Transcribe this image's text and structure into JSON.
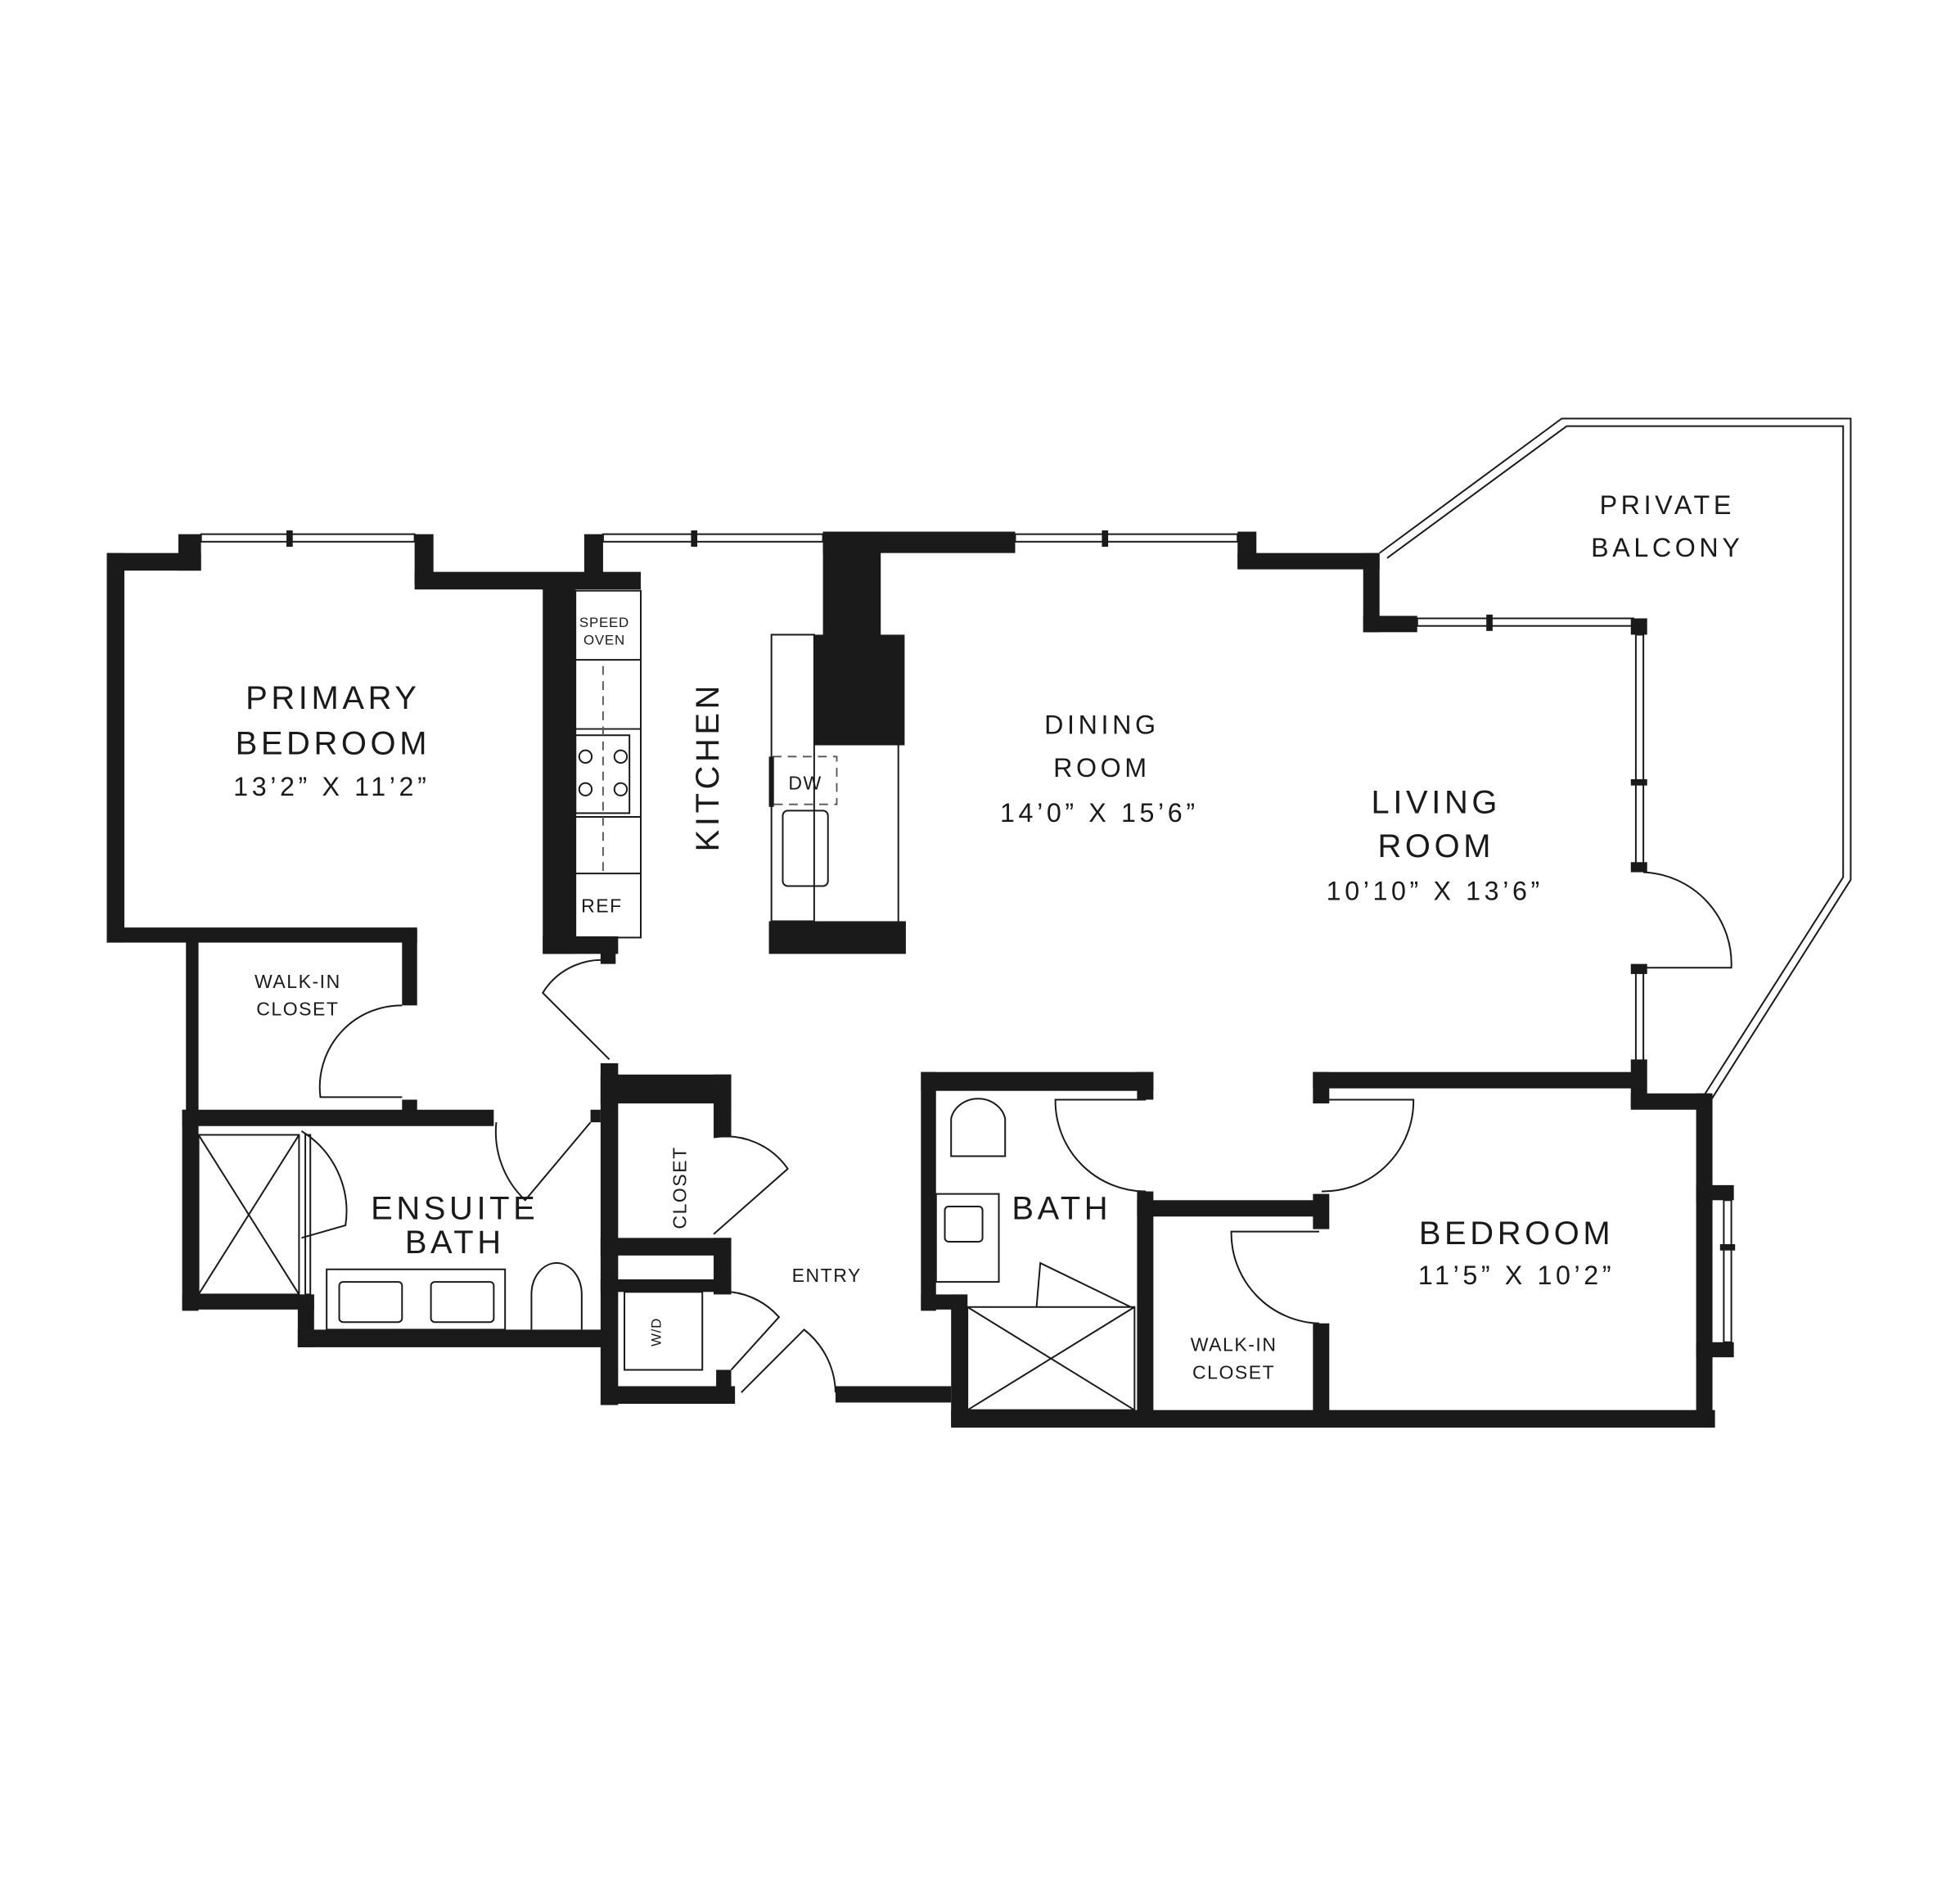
{
  "rooms": {
    "balcony": [
      "PRIVATE",
      "BALCONY"
    ],
    "primary_bedroom": {
      "name": [
        "PRIMARY",
        "BEDROOM"
      ],
      "size": "13’2” X 11’2”"
    },
    "dining_room": {
      "name": [
        "DINING",
        "ROOM"
      ],
      "size": "14’0” X 15’6”"
    },
    "living_room": {
      "name": [
        "LIVING",
        "ROOM"
      ],
      "size": "10’10” X 13’6”"
    },
    "bedroom": {
      "name": "BEDROOM",
      "size": "11’5” X 10’2”"
    },
    "kitchen": "KITCHEN",
    "walk_in_closet_1": [
      "WALK-IN",
      "CLOSET"
    ],
    "walk_in_closet_2": [
      "WALK-IN",
      "CLOSET"
    ],
    "ensuite_bath": [
      "ENSUITE",
      "BATH"
    ],
    "bath": "BATH",
    "closet": "CLOSET",
    "entry": "ENTRY"
  },
  "appliances": {
    "speed_oven": [
      "SPEED",
      "OVEN"
    ],
    "dishwasher": "DW",
    "refrigerator": "REF",
    "washer_dryer": "W/D"
  }
}
